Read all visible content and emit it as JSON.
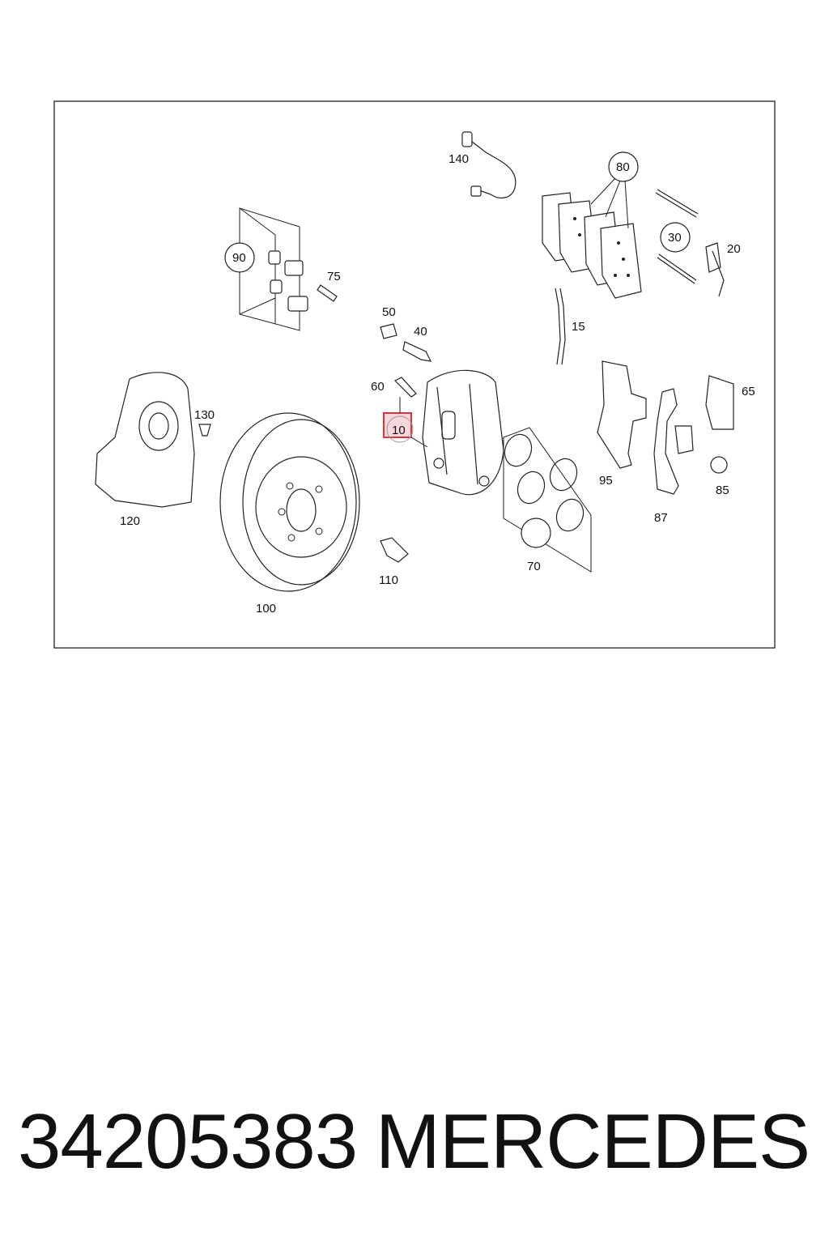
{
  "diagram": {
    "labels": {
      "p140": "140",
      "p80": "80",
      "p30": "30",
      "p20": "20",
      "p90": "90",
      "p75": "75",
      "p50": "50",
      "p40": "40",
      "p15": "15",
      "p60": "60",
      "p10": "10",
      "p65": "65",
      "p130": "130",
      "p95": "95",
      "p85": "85",
      "p120": "120",
      "p87": "87",
      "p70": "70",
      "p110": "110",
      "p100": "100"
    },
    "highlighted_part": "10",
    "highlight_color": "#e0303a"
  },
  "footer": {
    "part_number": "34205383",
    "brand": "MERCEDES"
  }
}
